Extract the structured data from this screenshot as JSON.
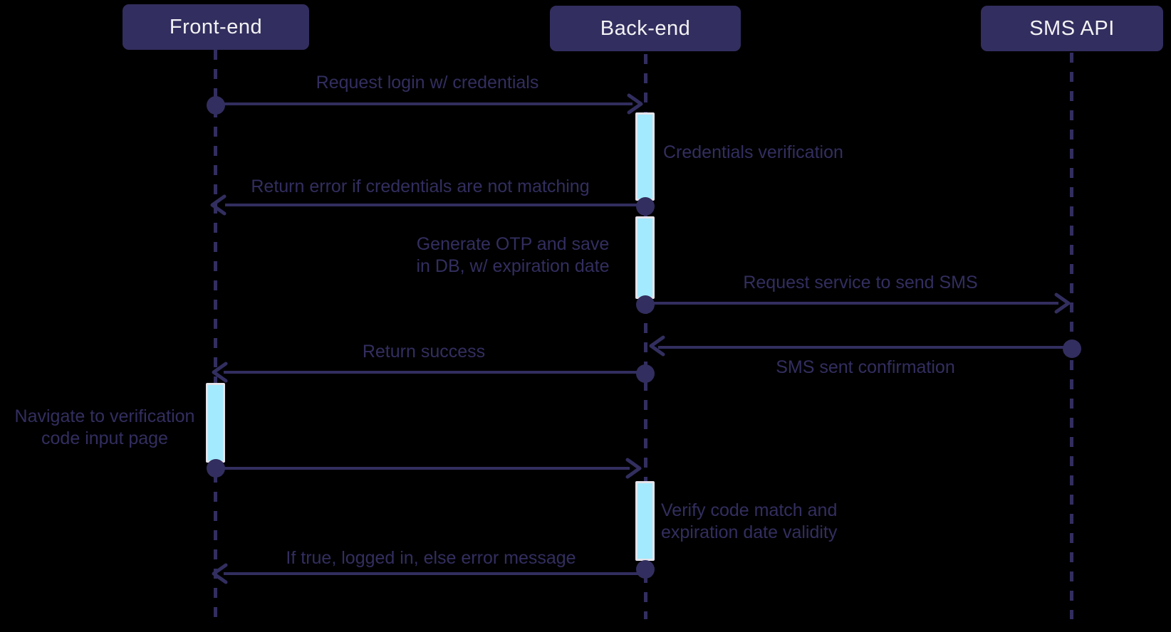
{
  "diagram": {
    "type": "sequence",
    "actors": [
      {
        "id": "frontend",
        "label": "Front-end"
      },
      {
        "id": "backend",
        "label": "Back-end"
      },
      {
        "id": "smsapi",
        "label": "SMS API"
      }
    ],
    "messages": [
      {
        "from": "frontend",
        "to": "backend",
        "label": "Request login w/ credentials"
      },
      {
        "from": "backend",
        "to": "frontend",
        "label": "Return error if credentials are not matching"
      },
      {
        "from": "backend",
        "to": "smsapi",
        "label": "Request service to send SMS"
      },
      {
        "from": "smsapi",
        "to": "backend",
        "label": "SMS sent confirmation"
      },
      {
        "from": "backend",
        "to": "frontend",
        "label": "Return success"
      },
      {
        "from": "frontend",
        "to": "backend",
        "label": ""
      },
      {
        "from": "backend",
        "to": "frontend",
        "label": "If true, logged in, else error message"
      }
    ],
    "notes": [
      {
        "actor": "backend",
        "side": "right",
        "label": "Credentials verification"
      },
      {
        "actor": "backend",
        "side": "left",
        "label": "Generate OTP and save\nin DB, w/ expiration date"
      },
      {
        "actor": "frontend",
        "side": "left",
        "label": "Navigate to verification\ncode input page"
      },
      {
        "actor": "backend",
        "side": "right",
        "label": "Verify code match and\nexpiration date validity"
      }
    ]
  },
  "colors": {
    "navy": "#322E5F",
    "activation_fill": "#A3EAFE",
    "activation_border": "#E5E3EA",
    "actor_text": "#F2F2F4",
    "background": "#000000"
  }
}
